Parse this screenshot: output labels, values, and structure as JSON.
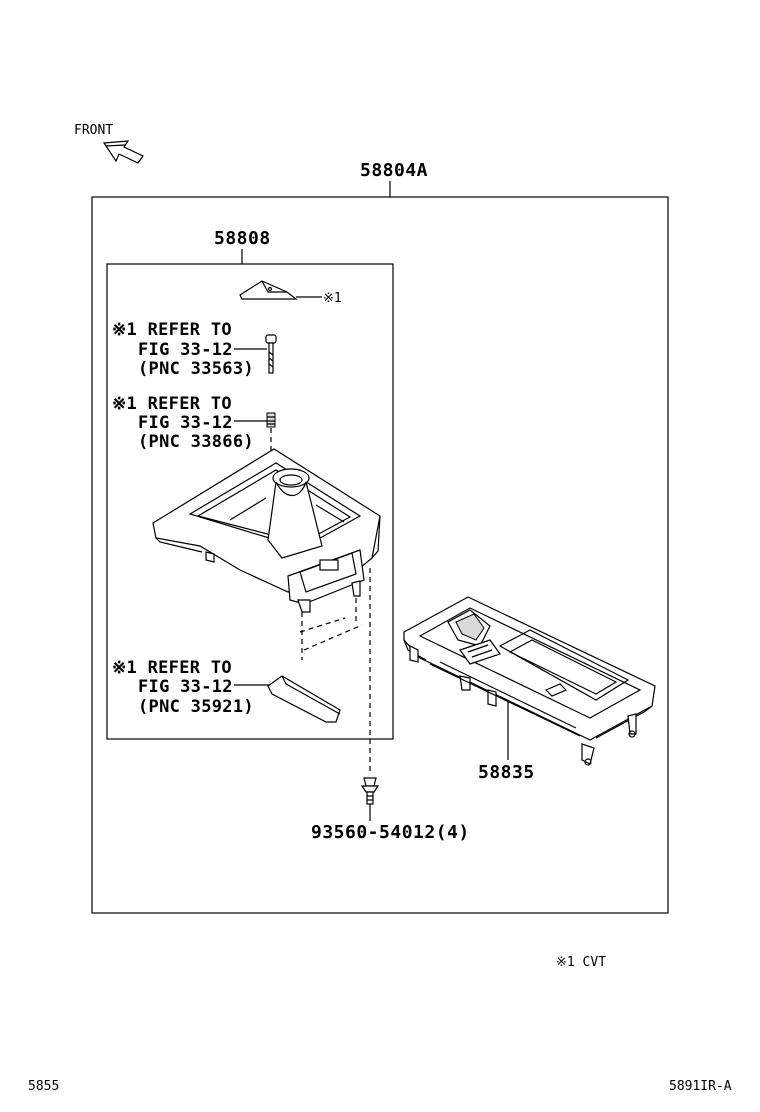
{
  "front_label": "FRONT",
  "assembly_label": "58804A",
  "sub_assembly_label": "58808",
  "note_1_label": "※1",
  "refer_1": {
    "line1": "※1 REFER TO",
    "line2": "FIG 33-12",
    "line3": "(PNC 33563)"
  },
  "refer_2": {
    "line1": "※1 REFER TO",
    "line2": "FIG 33-12",
    "line3": "(PNC 33866)"
  },
  "refer_3": {
    "line1": "※1 REFER TO",
    "line2": "FIG 33-12",
    "line3": "(PNC 35921)"
  },
  "panel_label": "58835",
  "screw_label": "93560-54012(4)",
  "legend": "※1 CVT",
  "footer_left": "5855",
  "footer_right": "5891IR-A"
}
